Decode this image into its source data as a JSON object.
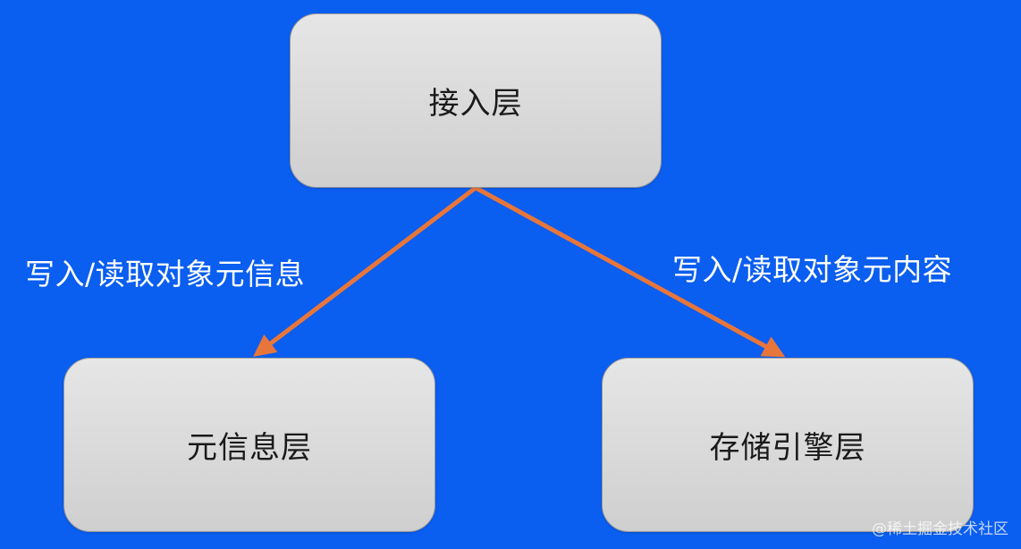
{
  "colors": {
    "background": "#0a5ef0",
    "arrow": "#e8763a",
    "node_border": "#9a9a9a"
  },
  "nodes": {
    "access": "接入层",
    "meta": "元信息层",
    "storage": "存储引擎层"
  },
  "edges": {
    "to_meta": "写入/读取对象元信息",
    "to_storage": "写入/读取对象元内容"
  },
  "watermark": "@稀土掘金技术社区"
}
